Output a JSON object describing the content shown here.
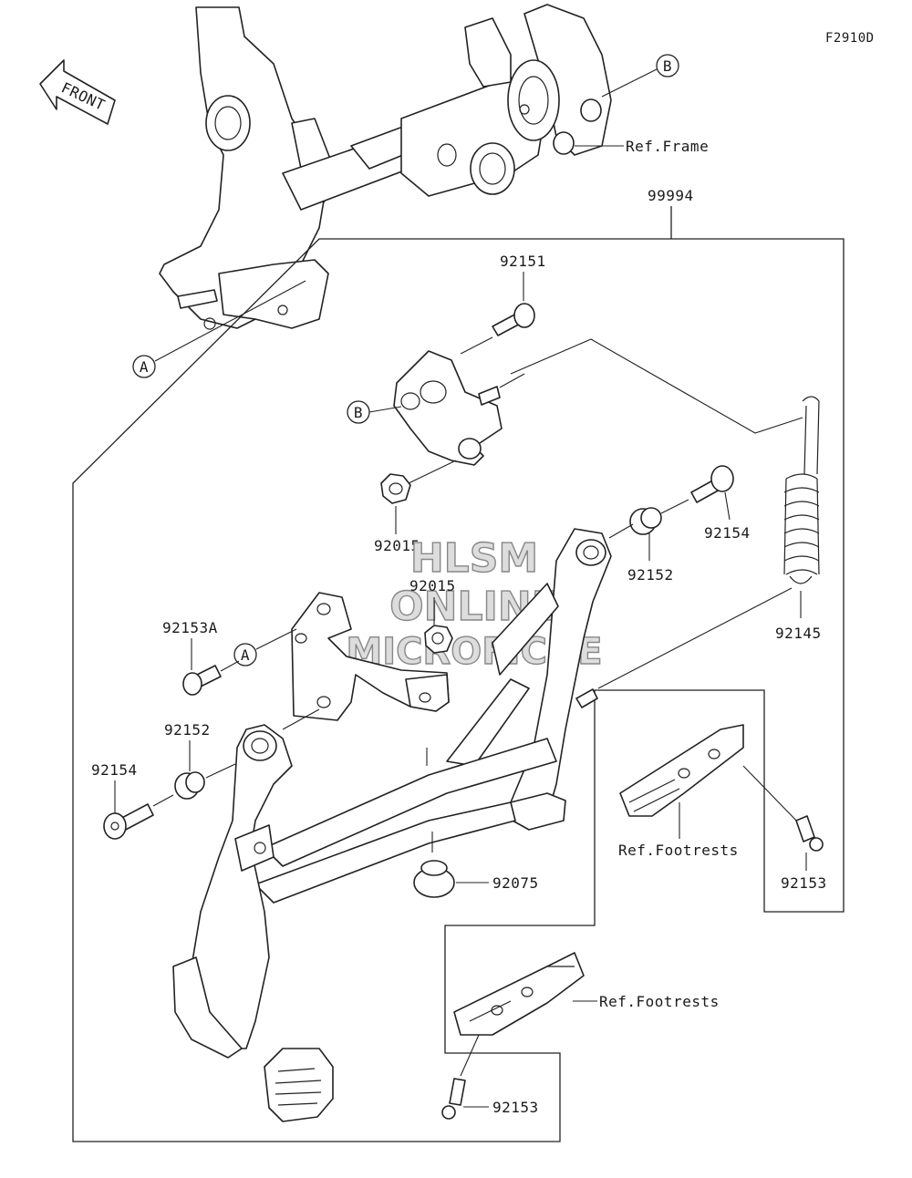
{
  "diagram_code": "F2910D",
  "direction_label": "FRONT",
  "ref_letters": {
    "a": "A",
    "b": "B"
  },
  "assembly_number": "99994",
  "watermark": [
    "HLSM",
    "ONLINE",
    "MICROFICHE"
  ],
  "parts": {
    "p92151": "92151",
    "p92015_upper": "92015",
    "p92015_lower": "92015",
    "p92154_right": "92154",
    "p92152_right": "92152",
    "p92145": "92145",
    "p92153A": "92153A",
    "p92152_left": "92152",
    "p92154_left": "92154",
    "p92075": "92075",
    "p92153_right": "92153",
    "p92153_bottom": "92153"
  },
  "refs": {
    "frame": "Ref.Frame",
    "footrests_upper": "Ref.Footrests",
    "footrests_lower": "Ref.Footrests"
  }
}
